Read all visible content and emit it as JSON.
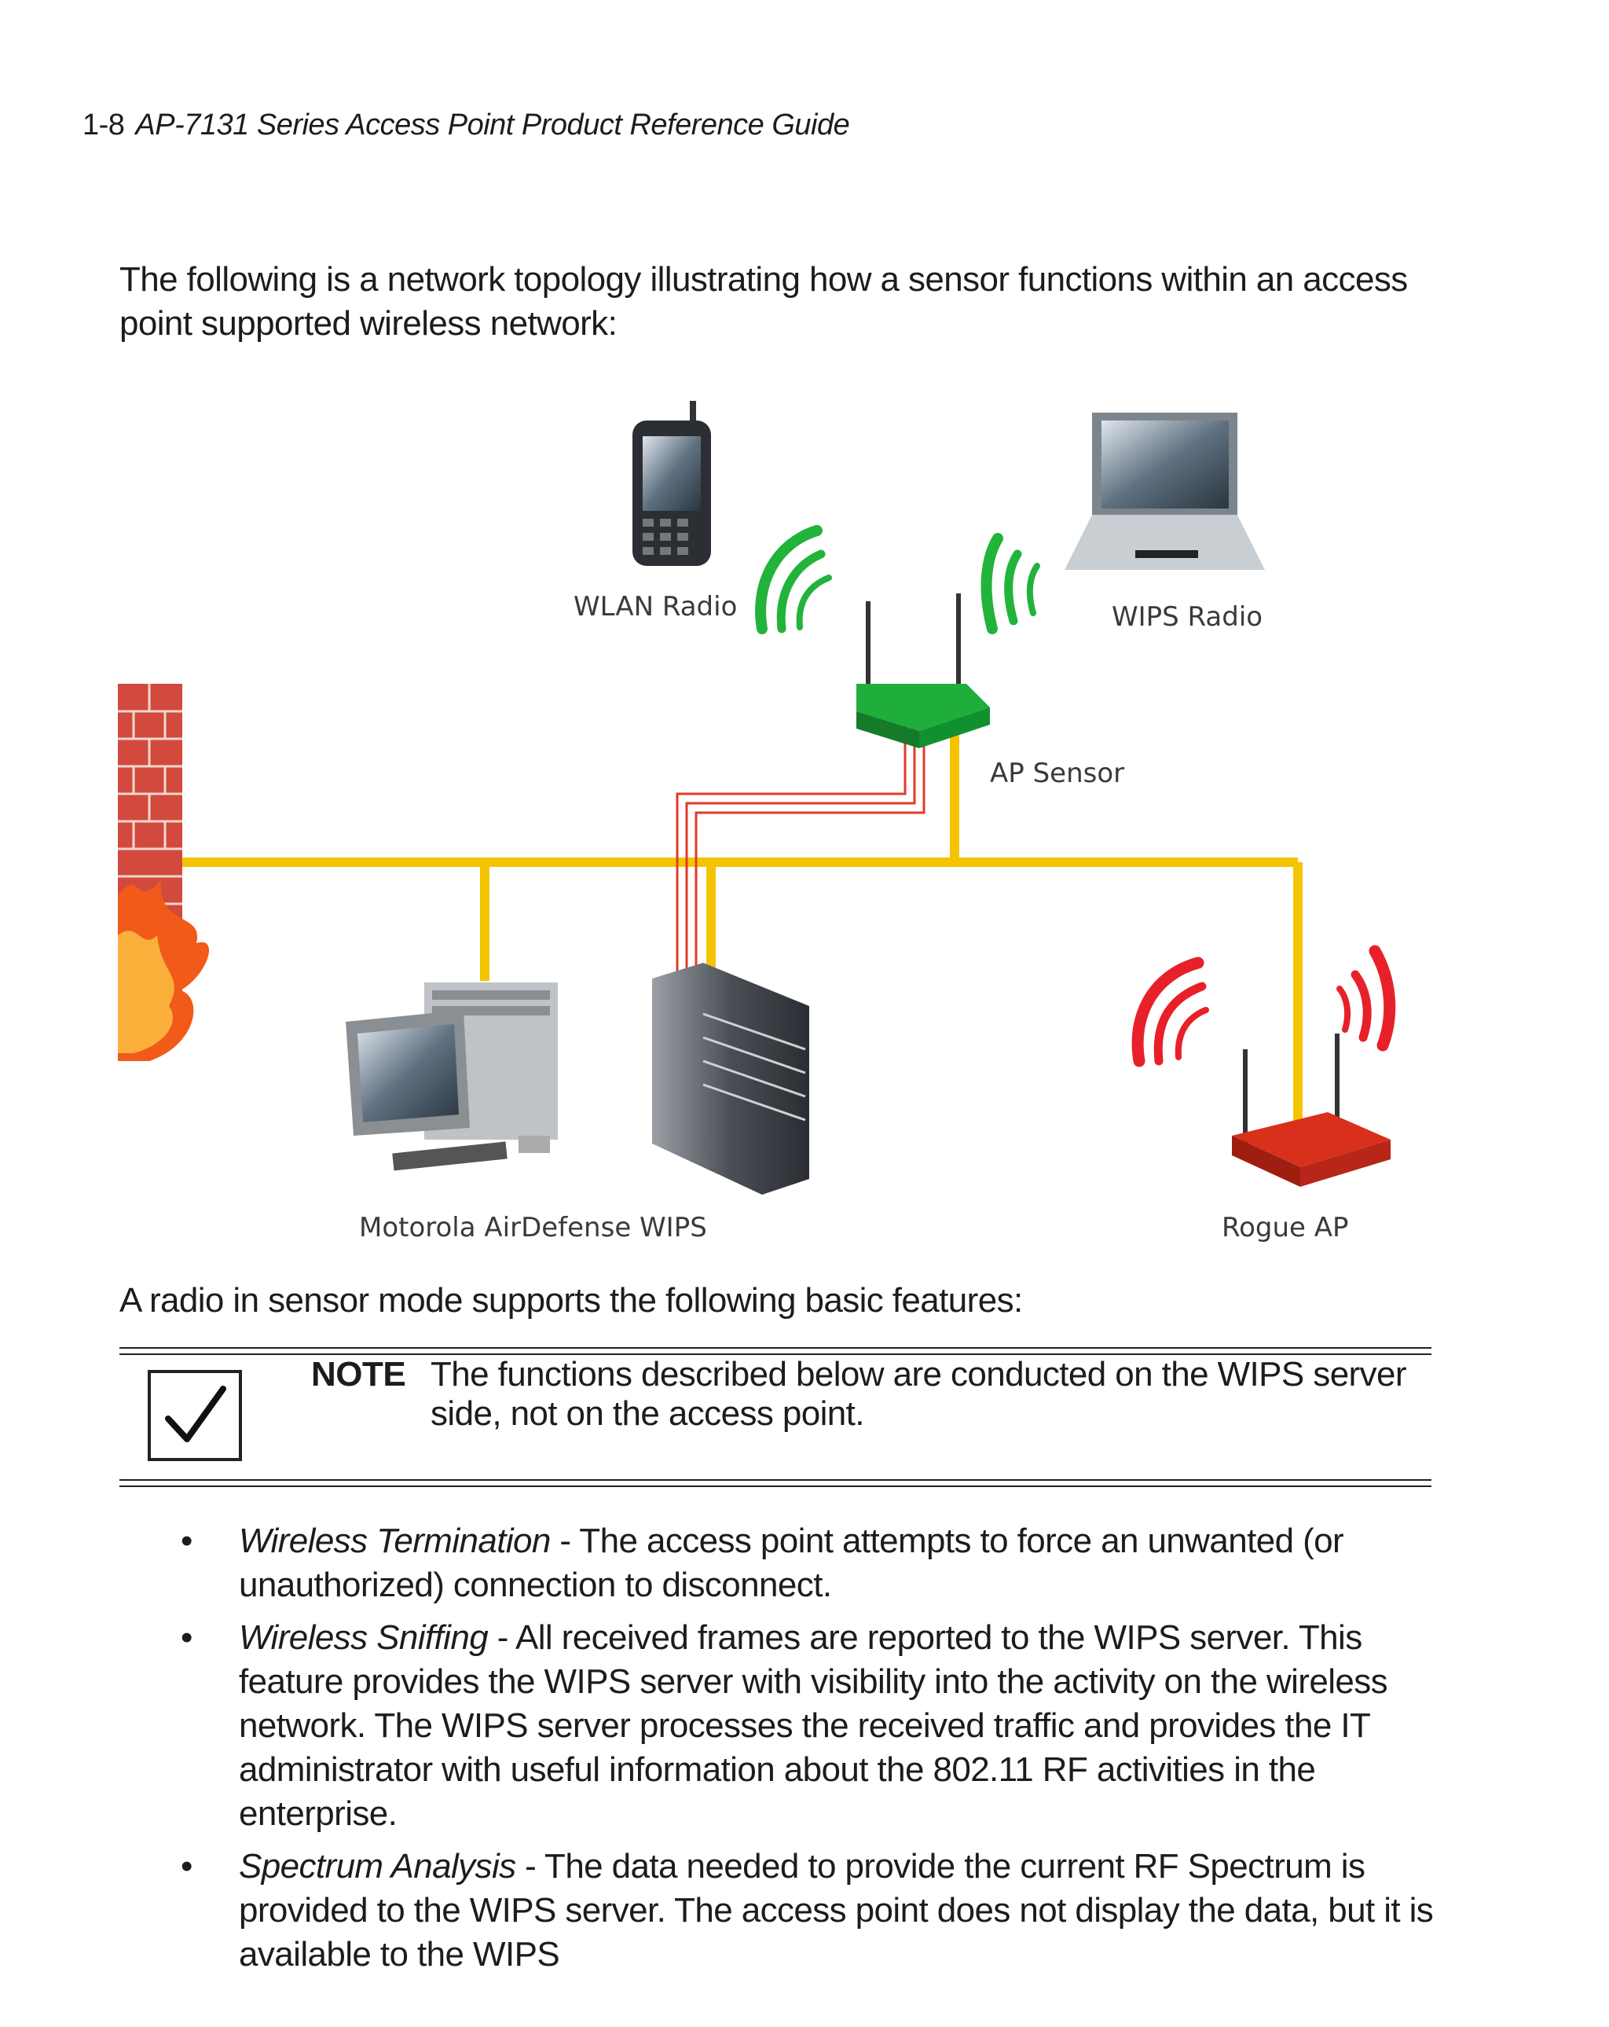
{
  "header": {
    "page_number": "1-8",
    "title": "AP-7131 Series Access Point Product Reference Guide"
  },
  "intro": "The following is a network topology illustrating how a sensor functions within an access point supported wireless network:",
  "diagram": {
    "labels": {
      "wlan_radio": "WLAN Radio",
      "wips_radio": "WIPS Radio",
      "ap_sensor": "AP Sensor",
      "wips_server": "Motorola AirDefense WIPS",
      "rogue_ap": "Rogue AP"
    },
    "colors": {
      "wired_link": "#f5c400",
      "sensor_link": "#e23a2a",
      "ap_sensor": "#1fae3c",
      "rogue_ap": "#d9301c",
      "signal_green": "#22b33a",
      "signal_red": "#e8202a"
    }
  },
  "features_lead": "A radio in sensor mode supports the following basic features:",
  "note": {
    "label": "NOTE",
    "text": "The functions described below are conducted on the WIPS server side, not on the access point.",
    "icon": "checkmark-icon"
  },
  "bullets": [
    {
      "term": "Wireless Termination",
      "text": " - The access point attempts to force an unwanted (or unauthorized) connection to disconnect."
    },
    {
      "term": "Wireless Sniffing",
      "text": " - All received frames are reported to the WIPS server. This feature provides the WIPS server with visibility into the activity on the wireless network. The WIPS server processes the received traffic and provides the IT administrator with useful information about the 802.11 RF activities in the enterprise."
    },
    {
      "term": "Spectrum Analysis",
      "text": " - The data needed to provide the current RF Spectrum is provided to the WIPS server. The access point does not display the data, but it is available to the WIPS"
    }
  ]
}
